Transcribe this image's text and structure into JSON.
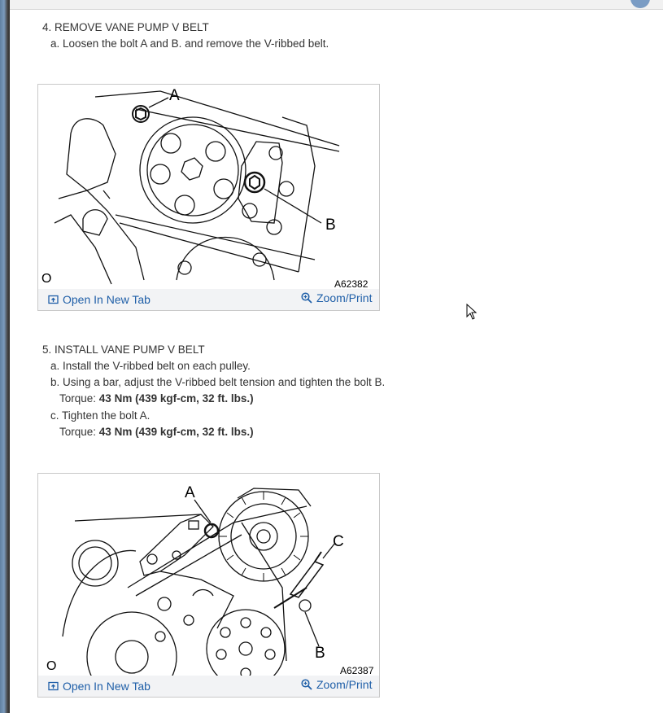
{
  "step4": {
    "title": "4. REMOVE VANE PUMP V BELT",
    "sub_a": "a. Loosen the bolt A and B. and remove the V-ribbed belt."
  },
  "figure1": {
    "label_a": "A",
    "label_b": "B",
    "corner_mark": "O",
    "ref": "A62382",
    "open_tab": "Open In New Tab",
    "zoom_print": "Zoom/Print"
  },
  "step5": {
    "title": "5. INSTALL VANE PUMP V BELT",
    "sub_a": "a. Install the V-ribbed belt on each pulley.",
    "sub_b": "b. Using a bar, adjust the V-ribbed belt tension and tighten the bolt B.",
    "torque_b_label": "Torque:",
    "torque_b_value": "43 Nm (439 kgf-cm, 32 ft. lbs.)",
    "sub_c": "c. Tighten the bolt A.",
    "torque_c_label": "Torque:",
    "torque_c_value": "43 Nm (439 kgf-cm, 32 ft. lbs.)"
  },
  "figure2": {
    "label_a": "A",
    "label_b": "B",
    "label_c": "C",
    "corner_mark": "O",
    "ref": "A62387",
    "open_tab": "Open In New Tab",
    "zoom_print": "Zoom/Print"
  }
}
